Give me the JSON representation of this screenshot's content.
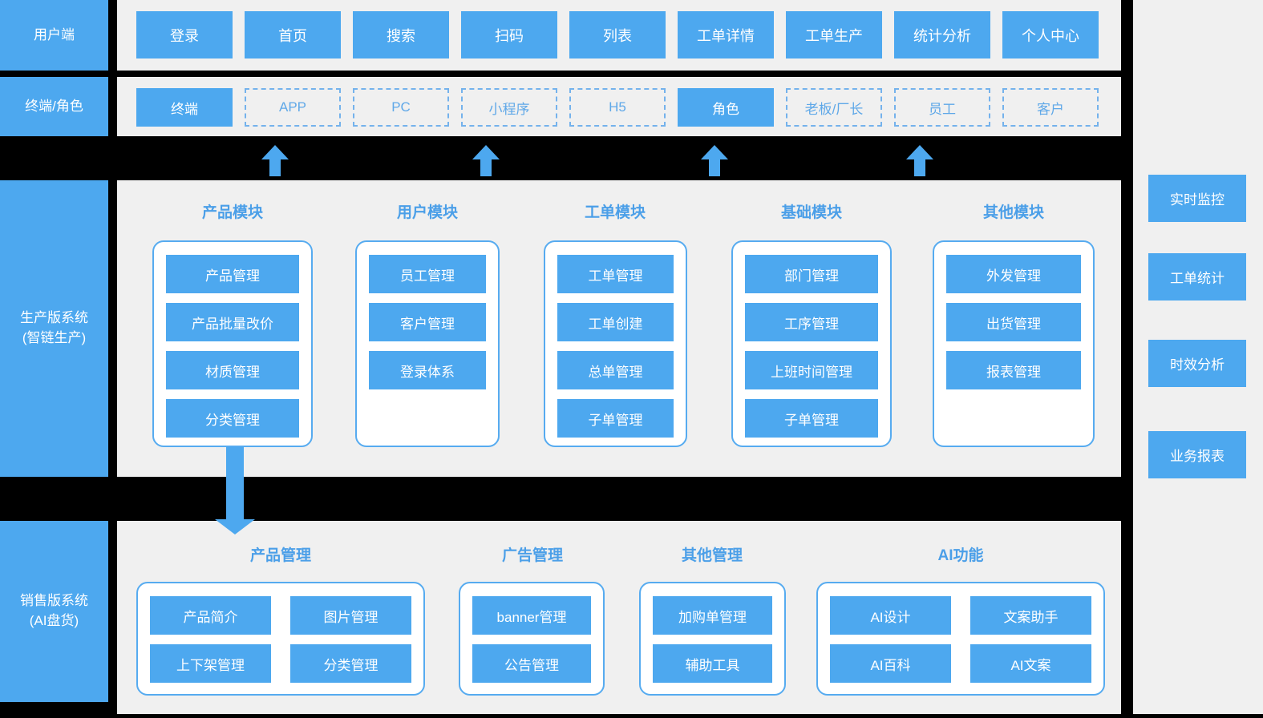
{
  "header": {
    "user_side_label": "用户端",
    "terminal_role_label": "终端/角色",
    "pages": [
      "登录",
      "首页",
      "搜索",
      "扫码",
      "列表",
      "工单详情",
      "工单生产",
      "统计分析",
      "个人中心"
    ],
    "terminals": [
      "终端",
      "APP",
      "PC",
      "小程序",
      "H5",
      "角色",
      "老板/厂长",
      "员工",
      "客户"
    ]
  },
  "production": {
    "system_label_line1": "生产版系统",
    "system_label_line2": "(智链生产)",
    "modules": [
      {
        "title": "产品模块",
        "items": [
          "产品管理",
          "产品批量改价",
          "材质管理",
          "分类管理"
        ]
      },
      {
        "title": "用户模块",
        "items": [
          "员工管理",
          "客户管理",
          "登录体系"
        ]
      },
      {
        "title": "工单模块",
        "items": [
          "工单管理",
          "工单创建",
          "总单管理",
          "子单管理"
        ]
      },
      {
        "title": "基础模块",
        "items": [
          "部门管理",
          "工序管理",
          "上班时间管理",
          "子单管理"
        ]
      },
      {
        "title": "其他模块",
        "items": [
          "外发管理",
          "出货管理",
          "报表管理"
        ]
      }
    ]
  },
  "sales": {
    "system_label_line1": "销售版系统",
    "system_label_line2": "(AI盘货)",
    "modules": [
      {
        "title": "产品管理",
        "items": [
          "产品简介",
          "图片管理",
          "上下架管理",
          "分类管理"
        ]
      },
      {
        "title": "广告管理",
        "items": [
          "banner管理",
          "公告管理"
        ]
      },
      {
        "title": "其他管理",
        "items": [
          "加购单管理",
          "辅助工具"
        ]
      },
      {
        "title": "AI功能",
        "items": [
          "AI设计",
          "文案助手",
          "AI百科",
          "AI文案"
        ]
      }
    ]
  },
  "sidebar": {
    "items": [
      "实时监控",
      "工单统计",
      "时效分析",
      "业务报表"
    ]
  },
  "colors": {
    "accent": "#4da8ef",
    "panel_gray": "#f0f0f0",
    "card_border": "#56abf0",
    "heading_text": "#4b9fe8",
    "dashed_border": "#74b2ec",
    "background": "#000000"
  }
}
